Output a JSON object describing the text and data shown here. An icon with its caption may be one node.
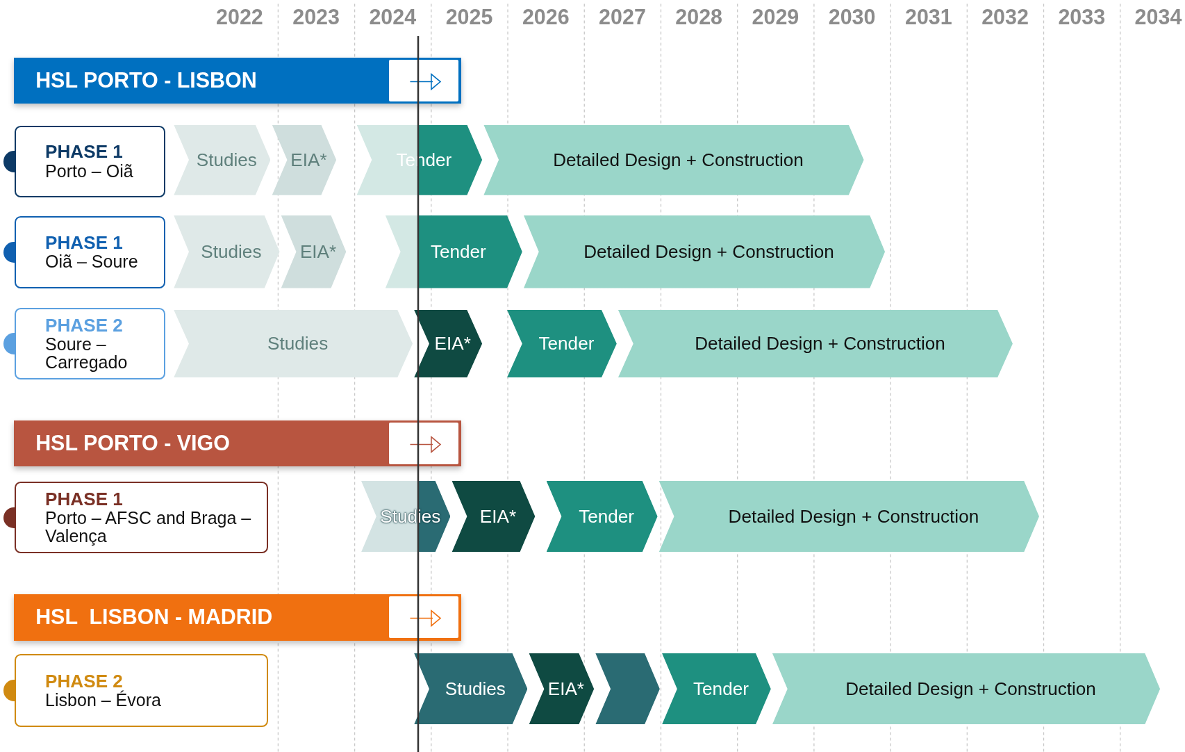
{
  "diagram": {
    "nodes": [
      {
        "text": [
          "HSL PORTO - LISBON"
        ]
      },
      {
        "text": [
          "PHASE 1",
          "Porto – Oiã"
        ]
      },
      {
        "text": [
          "Studies"
        ]
      },
      {
        "text": [
          "EIA*"
        ]
      },
      {
        "text": [
          "Tender"
        ]
      },
      {
        "text": [
          "Detailed Design + Construction"
        ]
      },
      {
        "text": [
          "PHASE 1",
          "Oiã – Soure"
        ]
      },
      {
        "text": [
          "Studies"
        ]
      },
      {
        "text": [
          "EIA*"
        ]
      },
      {
        "text": [
          "Tender"
        ]
      },
      {
        "text": [
          "Detailed Design + Construction"
        ]
      },
      {
        "text": [
          "PHASE 2",
          "Soure – Carregado"
        ]
      },
      {
        "text": [
          "Studies"
        ]
      },
      {
        "text": [
          "EIA*"
        ]
      },
      {
        "text": [
          "Tender"
        ]
      },
      {
        "text": [
          "Detailed Design + Construction"
        ]
      },
      {
        "text": [
          "HSL PORTO - VIGO"
        ]
      },
      {
        "text": [
          "PHASE 1",
          "Porto – AFSC and Braga – Valença"
        ]
      },
      {
        "text": [
          "Studies"
        ]
      },
      {
        "text": [
          "EIA*"
        ]
      },
      {
        "text": [
          "Tender"
        ]
      },
      {
        "text": [
          "Detailed Design + Construction"
        ]
      },
      {
        "text": [
          "HSL  LISBON - MADRID"
        ]
      },
      {
        "text": [
          "PHASE 2",
          "Lisbon – Évora"
        ]
      },
      {
        "text": [
          "Studies"
        ]
      },
      {
        "text": [
          "EIA*"
        ]
      },
      {
        "text": [],
        "shape": "chevron"
      },
      {
        "text": [
          "Tender"
        ]
      },
      {
        "text": [
          "Detailed Design + Construction"
        ]
      }
    ],
    "labels": [
      "2022",
      "2023",
      "2024",
      "2025",
      "2026",
      "2027",
      "2028",
      "2029",
      "2030",
      "2031",
      "2032",
      "2033",
      "2034"
    ]
  }
}
